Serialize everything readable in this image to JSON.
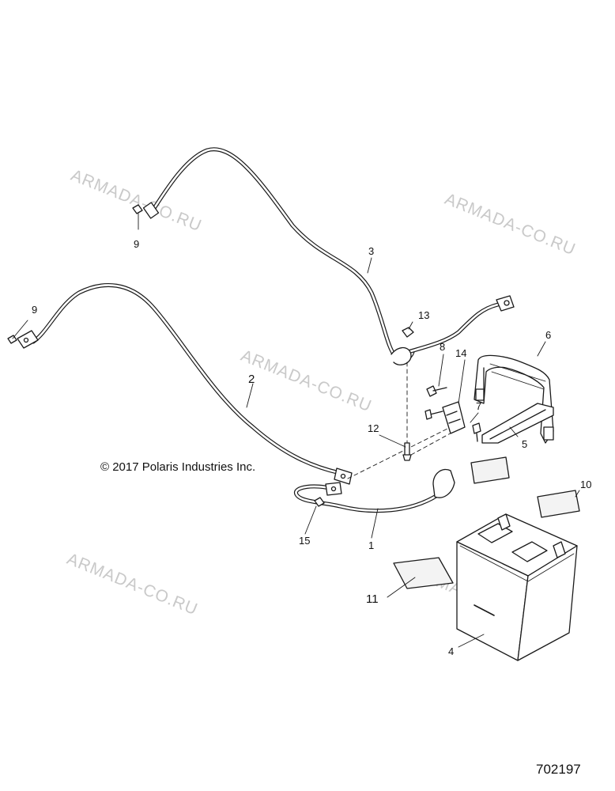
{
  "watermark_text": "ARMADA-CO.RU",
  "copyright": "© 2017 Polaris Industries Inc.",
  "document_number": "702197",
  "callouts": {
    "c1": "1",
    "c2": "2",
    "c3": "3",
    "c4": "4",
    "c5": "5",
    "c6": "6",
    "c7": "7",
    "c8": "8",
    "c9a": "9",
    "c9b": "9",
    "c10": "10",
    "c11": "11",
    "c12": "12",
    "c13": "13",
    "c14": "14",
    "c15": "15"
  },
  "colors": {
    "line": "#1a1a1a",
    "watermark": "#c9c9c9",
    "background": "#ffffff"
  }
}
